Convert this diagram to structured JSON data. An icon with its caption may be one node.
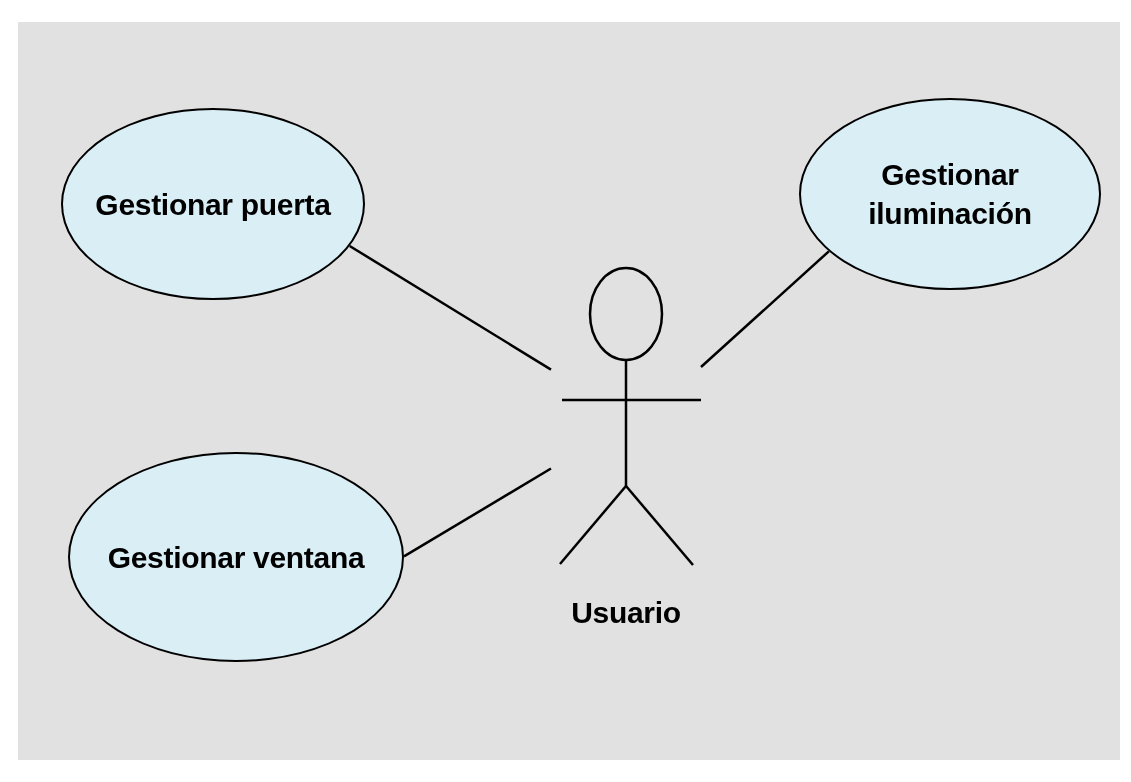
{
  "diagram": {
    "nodes": [
      {
        "text": [
          "Gestionar puerta"
        ]
      },
      {
        "text": [
          "Gestionar iluminación"
        ]
      },
      {
        "text": [
          "Gestionar ventana"
        ]
      },
      {
        "text": [
          "Usuario"
        ]
      }
    ],
    "edges": [
      {
        "from": 0,
        "to": 3,
        "arrow": "none"
      },
      {
        "from": 1,
        "to": 3,
        "arrow": "none"
      },
      {
        "from": 2,
        "to": 3,
        "arrow": "none"
      }
    ]
  }
}
